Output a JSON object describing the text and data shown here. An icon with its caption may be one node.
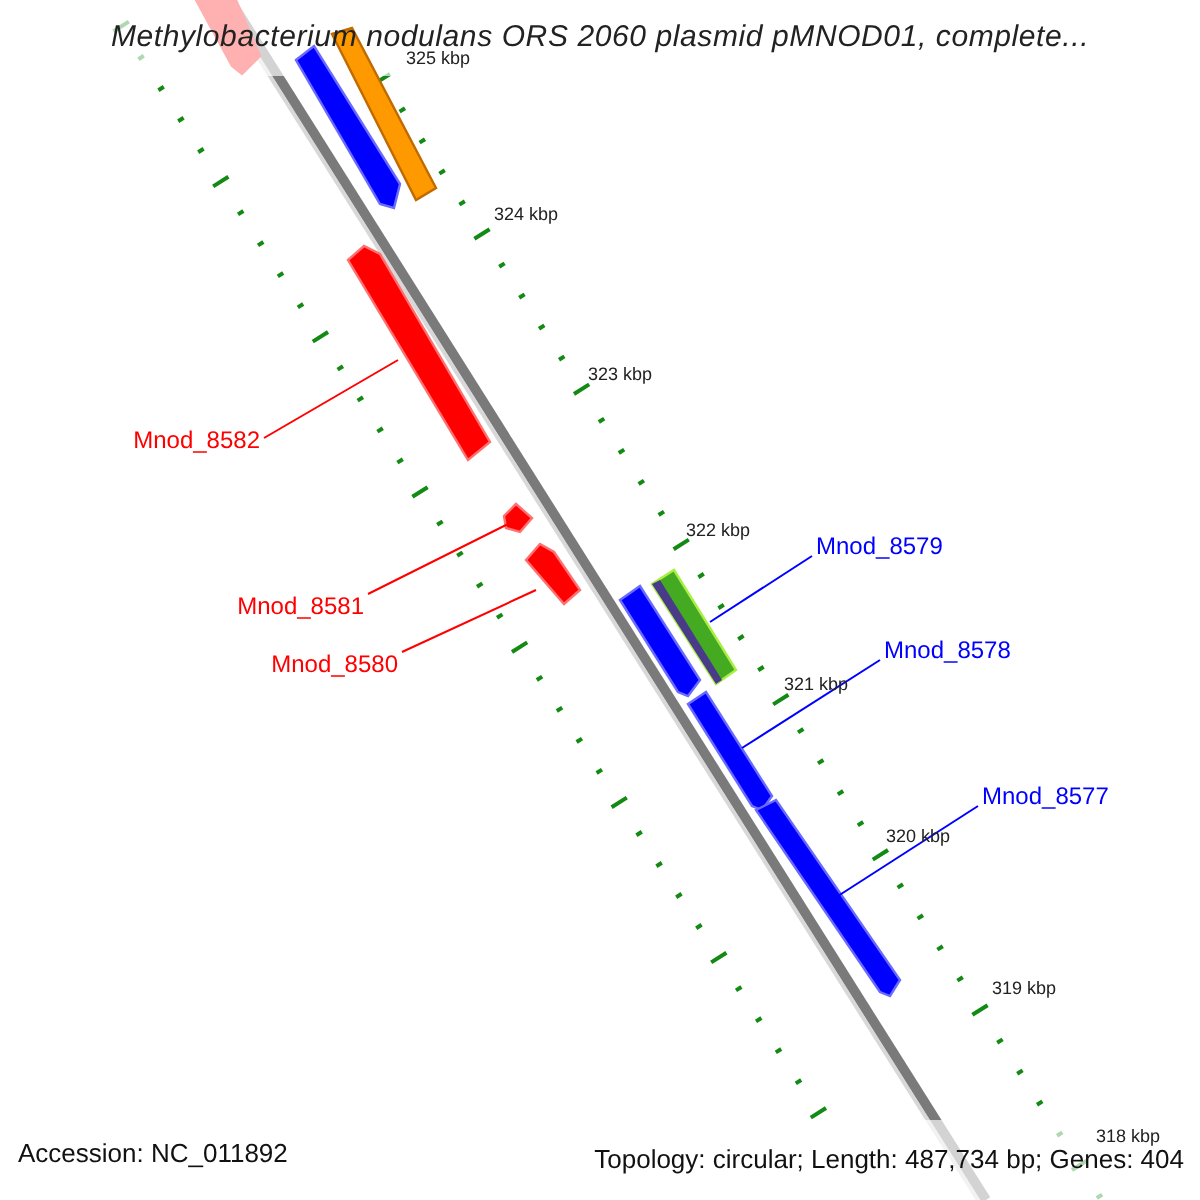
{
  "diagram": {
    "title": "Methylobacterium nodulans ORS 2060 plasmid pMNOD01, complete...",
    "nodes": [
      {
        "text": [
          "Mnod_8582"
        ]
      },
      {
        "text": [
          "Mnod_8579"
        ]
      },
      {
        "text": [
          "Mnod_8581"
        ]
      },
      {
        "text": [
          "Mnod_8578"
        ]
      },
      {
        "text": [
          "Mnod_8580"
        ]
      },
      {
        "text": [
          "Mnod_8577"
        ]
      },
      {
        "text": [],
        "shape": "bar"
      },
      {
        "text": [],
        "shape": "bar"
      },
      {
        "text": [],
        "shape": "bar"
      },
      {
        "text": [],
        "shape": "bar"
      },
      {
        "text": [],
        "shape": "bar"
      },
      {
        "text": [],
        "shape": "bar"
      },
      {
        "text": [],
        "shape": "bar"
      },
      {
        "text": [],
        "shape": "bar"
      },
      {
        "text": [],
        "shape": "bar"
      },
      {
        "text": [],
        "shape": "bar"
      }
    ],
    "edges": [
      {
        "from": 0,
        "to": 6,
        "arrow": "none",
        "color": "#ff0000"
      },
      {
        "from": 2,
        "to": 7,
        "arrow": "none",
        "color": "#ff0000"
      },
      {
        "from": 4,
        "to": 8,
        "arrow": "none",
        "color": "#ff0000"
      },
      {
        "from": 1,
        "to": 9,
        "arrow": "none",
        "color": "#0000ff"
      },
      {
        "from": 3,
        "to": 10,
        "arrow": "none",
        "color": "#0000ff"
      },
      {
        "from": 5,
        "to": 11,
        "arrow": "none",
        "color": "#0000ff"
      }
    ],
    "labels": [
      "325 kbp",
      "324 kbp",
      "323 kbp",
      "322 kbp",
      "321 kbp",
      "320 kbp",
      "319 kbp",
      "318 kbp",
      "Accession: NC_011892",
      "Topology: circular; Length: 487,734 bp; Genes: 404"
    ]
  }
}
